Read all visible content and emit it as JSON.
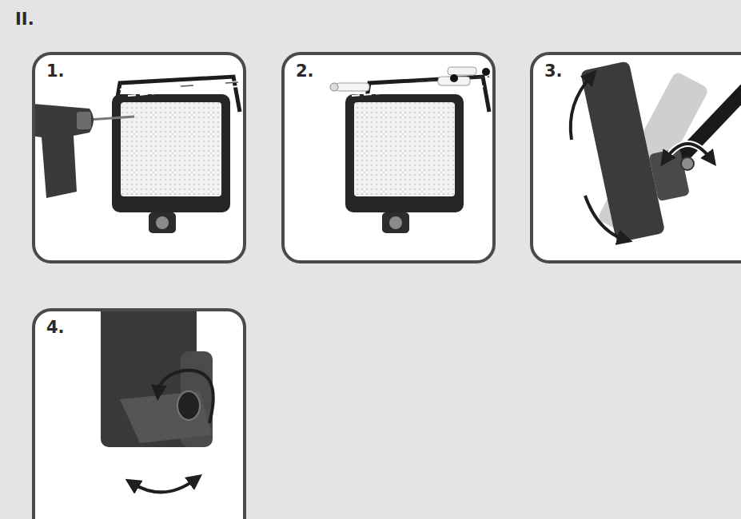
{
  "diagram": {
    "title": "II.",
    "nodes": [
      {
        "text": [
          "1."
        ]
      },
      {
        "text": [
          "2."
        ]
      },
      {
        "text": [
          "3."
        ]
      },
      {
        "text": [
          "4."
        ]
      }
    ]
  }
}
